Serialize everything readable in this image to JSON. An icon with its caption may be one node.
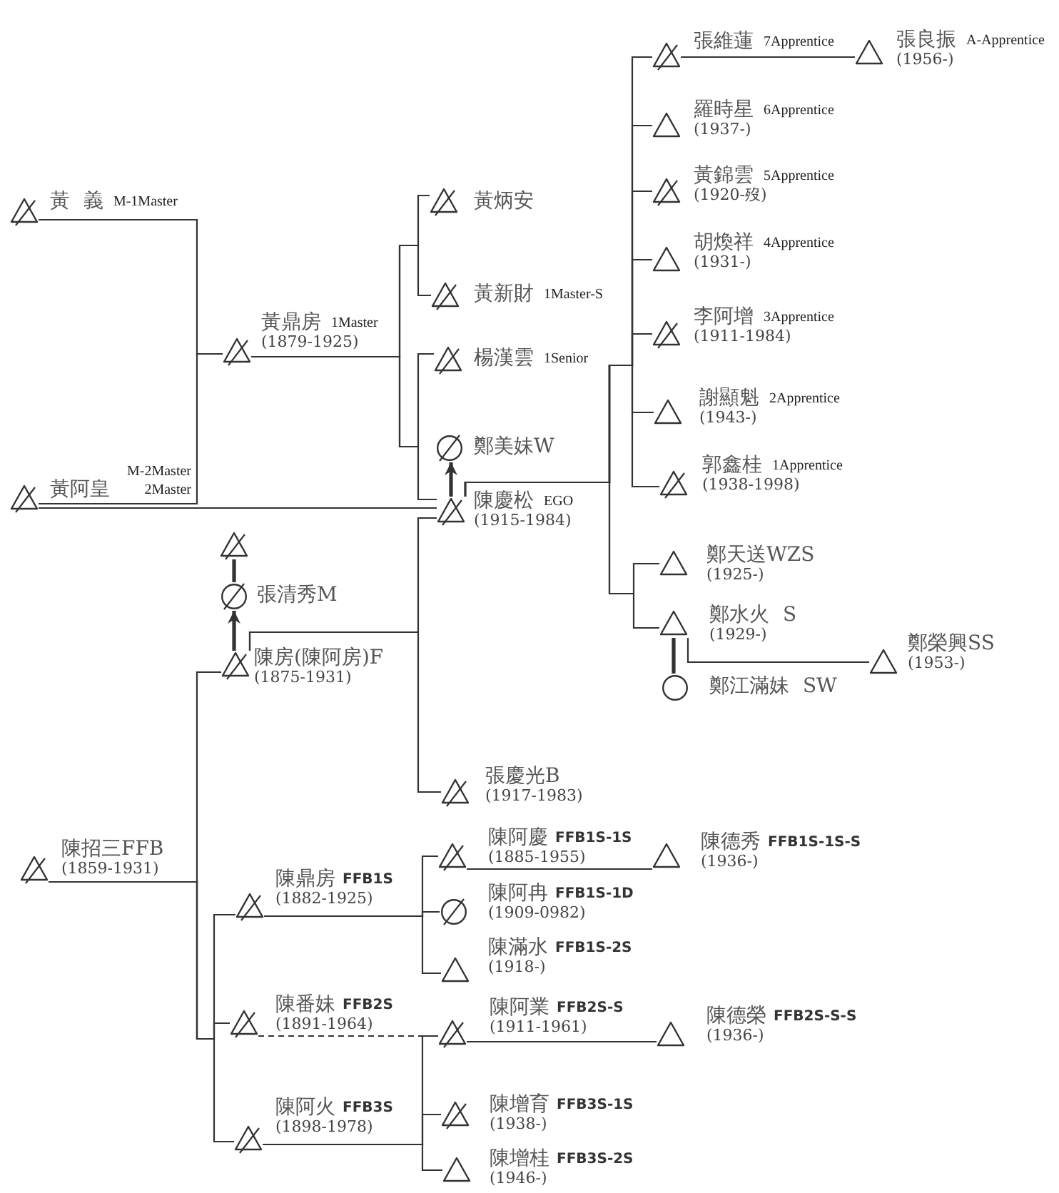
{
  "diagram": {
    "nodes": [
      {
        "text": [],
        "shape": "crossed-triangle",
        "beside": [
          "黃 義",
          "M-1Master"
        ]
      },
      {
        "text": [],
        "shape": "crossed-triangle",
        "beside": [
          "黃阿皇",
          "M-2Master",
          "2Master"
        ]
      },
      {
        "text": [],
        "shape": "crossed-triangle",
        "beside": [
          "黃鼎房",
          "1Master",
          "(1879-1925)"
        ]
      },
      {
        "text": [],
        "shape": "crossed-triangle",
        "beside": [
          "黃炳安"
        ]
      },
      {
        "text": [],
        "shape": "crossed-triangle",
        "beside": [
          "黃新財",
          "1Master-S"
        ]
      },
      {
        "text": [],
        "shape": "crossed-triangle",
        "beside": [
          "楊漢雲",
          "1Senior"
        ]
      },
      {
        "text": [],
        "shape": "crossed-circle",
        "beside": [
          "鄭美妹W"
        ]
      },
      {
        "text": [],
        "shape": "crossed-triangle",
        "beside": [
          "陳慶松",
          "EGO",
          "(1915-1984)"
        ]
      },
      {
        "text": [],
        "shape": "crossed-triangle",
        "beside": [
          "張維蓮",
          "7Apprentice"
        ]
      },
      {
        "text": [],
        "shape": "triangle",
        "beside": [
          "張良振",
          "A-Apprentice",
          "(1956-)"
        ]
      },
      {
        "text": [],
        "shape": "triangle",
        "beside": [
          "羅時星",
          "6Apprentice",
          "(1937-)"
        ]
      },
      {
        "text": [],
        "shape": "crossed-triangle",
        "beside": [
          "黃錦雲",
          "5Apprentice",
          "(1920-歿)"
        ]
      },
      {
        "text": [],
        "shape": "triangle",
        "beside": [
          "胡煥祥",
          "4Apprentice",
          "(1931-)"
        ]
      },
      {
        "text": [],
        "shape": "crossed-triangle",
        "beside": [
          "李阿增",
          "3Apprentice",
          "(1911-1984)"
        ]
      },
      {
        "text": [],
        "shape": "triangle",
        "beside": [
          "謝顯魁",
          "2Apprentice",
          "(1943-)"
        ]
      },
      {
        "text": [],
        "shape": "crossed-triangle",
        "beside": [
          "郭鑫桂",
          "1Apprentice",
          "(1938-1998)"
        ]
      },
      {
        "text": [],
        "shape": "triangle",
        "beside": [
          "鄭天送WZS",
          "(1925-)"
        ]
      },
      {
        "text": [],
        "shape": "triangle",
        "beside": [
          "鄭水火 S",
          "(1929-)"
        ]
      },
      {
        "text": [],
        "shape": "circle",
        "beside": [
          "鄭江滿妹 SW"
        ]
      },
      {
        "text": [],
        "shape": "triangle",
        "beside": [
          "鄭榮興SS",
          "(1953-)"
        ]
      },
      {
        "text": [],
        "shape": "crossed-triangle"
      },
      {
        "text": [],
        "shape": "crossed-circle",
        "beside": [
          "張清秀M"
        ]
      },
      {
        "text": [],
        "shape": "crossed-triangle",
        "beside": [
          "陳房(陳阿房)F",
          "(1875-1931)"
        ]
      },
      {
        "text": [],
        "shape": "crossed-triangle",
        "beside": [
          "張慶光B",
          "(1917-1983)"
        ]
      },
      {
        "text": [],
        "shape": "crossed-triangle",
        "beside": [
          "陳招三FFB",
          "(1859-1931)"
        ]
      },
      {
        "text": [],
        "shape": "crossed-triangle",
        "beside": [
          "陳鼎房",
          "FFB1S",
          "(1882-1925)"
        ]
      },
      {
        "text": [],
        "shape": "crossed-triangle",
        "beside": [
          "陳阿慶",
          "FFB1S-1S",
          "(1885-1955)"
        ]
      },
      {
        "text": [],
        "shape": "triangle",
        "beside": [
          "陳德秀",
          "FFB1S-1S-S",
          "(1936-)"
        ]
      },
      {
        "text": [],
        "shape": "crossed-circle",
        "beside": [
          "陳阿冉",
          "FFB1S-1D",
          "(1909-0982)"
        ]
      },
      {
        "text": [],
        "shape": "triangle",
        "beside": [
          "陳滿水",
          "FFB1S-2S",
          "(1918-)"
        ]
      },
      {
        "text": [],
        "shape": "crossed-triangle",
        "beside": [
          "陳番妹",
          "FFB2S",
          "(1891-1964)"
        ]
      },
      {
        "text": [],
        "shape": "crossed-triangle",
        "beside": [
          "陳阿業",
          "FFB2S-S",
          "(1911-1961)"
        ]
      },
      {
        "text": [],
        "shape": "triangle",
        "beside": [
          "陳德榮",
          "FFB2S-S-S",
          "(1936-)"
        ]
      },
      {
        "text": [],
        "shape": "crossed-triangle",
        "beside": [
          "陳阿火",
          "FFB3S",
          "(1898-1978)"
        ]
      },
      {
        "text": [],
        "shape": "crossed-triangle",
        "beside": [
          "陳增育",
          "FFB3S-1S",
          "(1938-)"
        ]
      },
      {
        "text": [],
        "shape": "triangle",
        "beside": [
          "陳增桂",
          "FFB3S-2S",
          "(1946-)"
        ]
      }
    ],
    "edges": [
      {
        "from": 0,
        "to": 2,
        "arrow": "none"
      },
      {
        "from": 1,
        "to": 2,
        "arrow": "none"
      },
      {
        "from": 1,
        "to": 7,
        "arrow": "none"
      },
      {
        "from": 2,
        "to": 3,
        "arrow": "none"
      },
      {
        "from": 2,
        "to": 4,
        "arrow": "none"
      },
      {
        "from": 2,
        "to": 5,
        "arrow": "none"
      },
      {
        "from": 2,
        "to": 7,
        "arrow": "none"
      },
      {
        "from": 7,
        "to": 6,
        "arrow": "to",
        "style": "thick"
      },
      {
        "from": 7,
        "to": 8,
        "arrow": "none"
      },
      {
        "from": 7,
        "to": 10,
        "arrow": "none"
      },
      {
        "from": 7,
        "to": 11,
        "arrow": "none"
      },
      {
        "from": 7,
        "to": 12,
        "arrow": "none"
      },
      {
        "from": 7,
        "to": 13,
        "arrow": "none"
      },
      {
        "from": 7,
        "to": 14,
        "arrow": "none"
      },
      {
        "from": 7,
        "to": 15,
        "arrow": "none"
      },
      {
        "from": 7,
        "to": 16,
        "arrow": "none"
      },
      {
        "from": 7,
        "to": 17,
        "arrow": "none"
      },
      {
        "from": 8,
        "to": 9,
        "arrow": "none"
      },
      {
        "from": 17,
        "to": 18,
        "arrow": "none",
        "style": "thick"
      },
      {
        "from": 17,
        "to": 19,
        "arrow": "none"
      },
      {
        "from": 20,
        "to": 21,
        "arrow": "none",
        "style": "thick"
      },
      {
        "from": 22,
        "to": 21,
        "arrow": "to",
        "style": "thick"
      },
      {
        "from": 22,
        "to": 7,
        "arrow": "none"
      },
      {
        "from": 22,
        "to": 23,
        "arrow": "none"
      },
      {
        "from": 24,
        "to": 22,
        "arrow": "none"
      },
      {
        "from": 24,
        "to": 25,
        "arrow": "none"
      },
      {
        "from": 24,
        "to": 30,
        "arrow": "none"
      },
      {
        "from": 24,
        "to": 33,
        "arrow": "none"
      },
      {
        "from": 25,
        "to": 26,
        "arrow": "none"
      },
      {
        "from": 25,
        "to": 28,
        "arrow": "none"
      },
      {
        "from": 25,
        "to": 29,
        "arrow": "none"
      },
      {
        "from": 26,
        "to": 27,
        "arrow": "none"
      },
      {
        "from": 30,
        "to": 31,
        "arrow": "none",
        "style": "dashed"
      },
      {
        "from": 33,
        "to": 31,
        "arrow": "none"
      },
      {
        "from": 33,
        "to": 34,
        "arrow": "none"
      },
      {
        "from": 33,
        "to": 35,
        "arrow": "none"
      },
      {
        "from": 31,
        "to": 32,
        "arrow": "none"
      }
    ]
  }
}
